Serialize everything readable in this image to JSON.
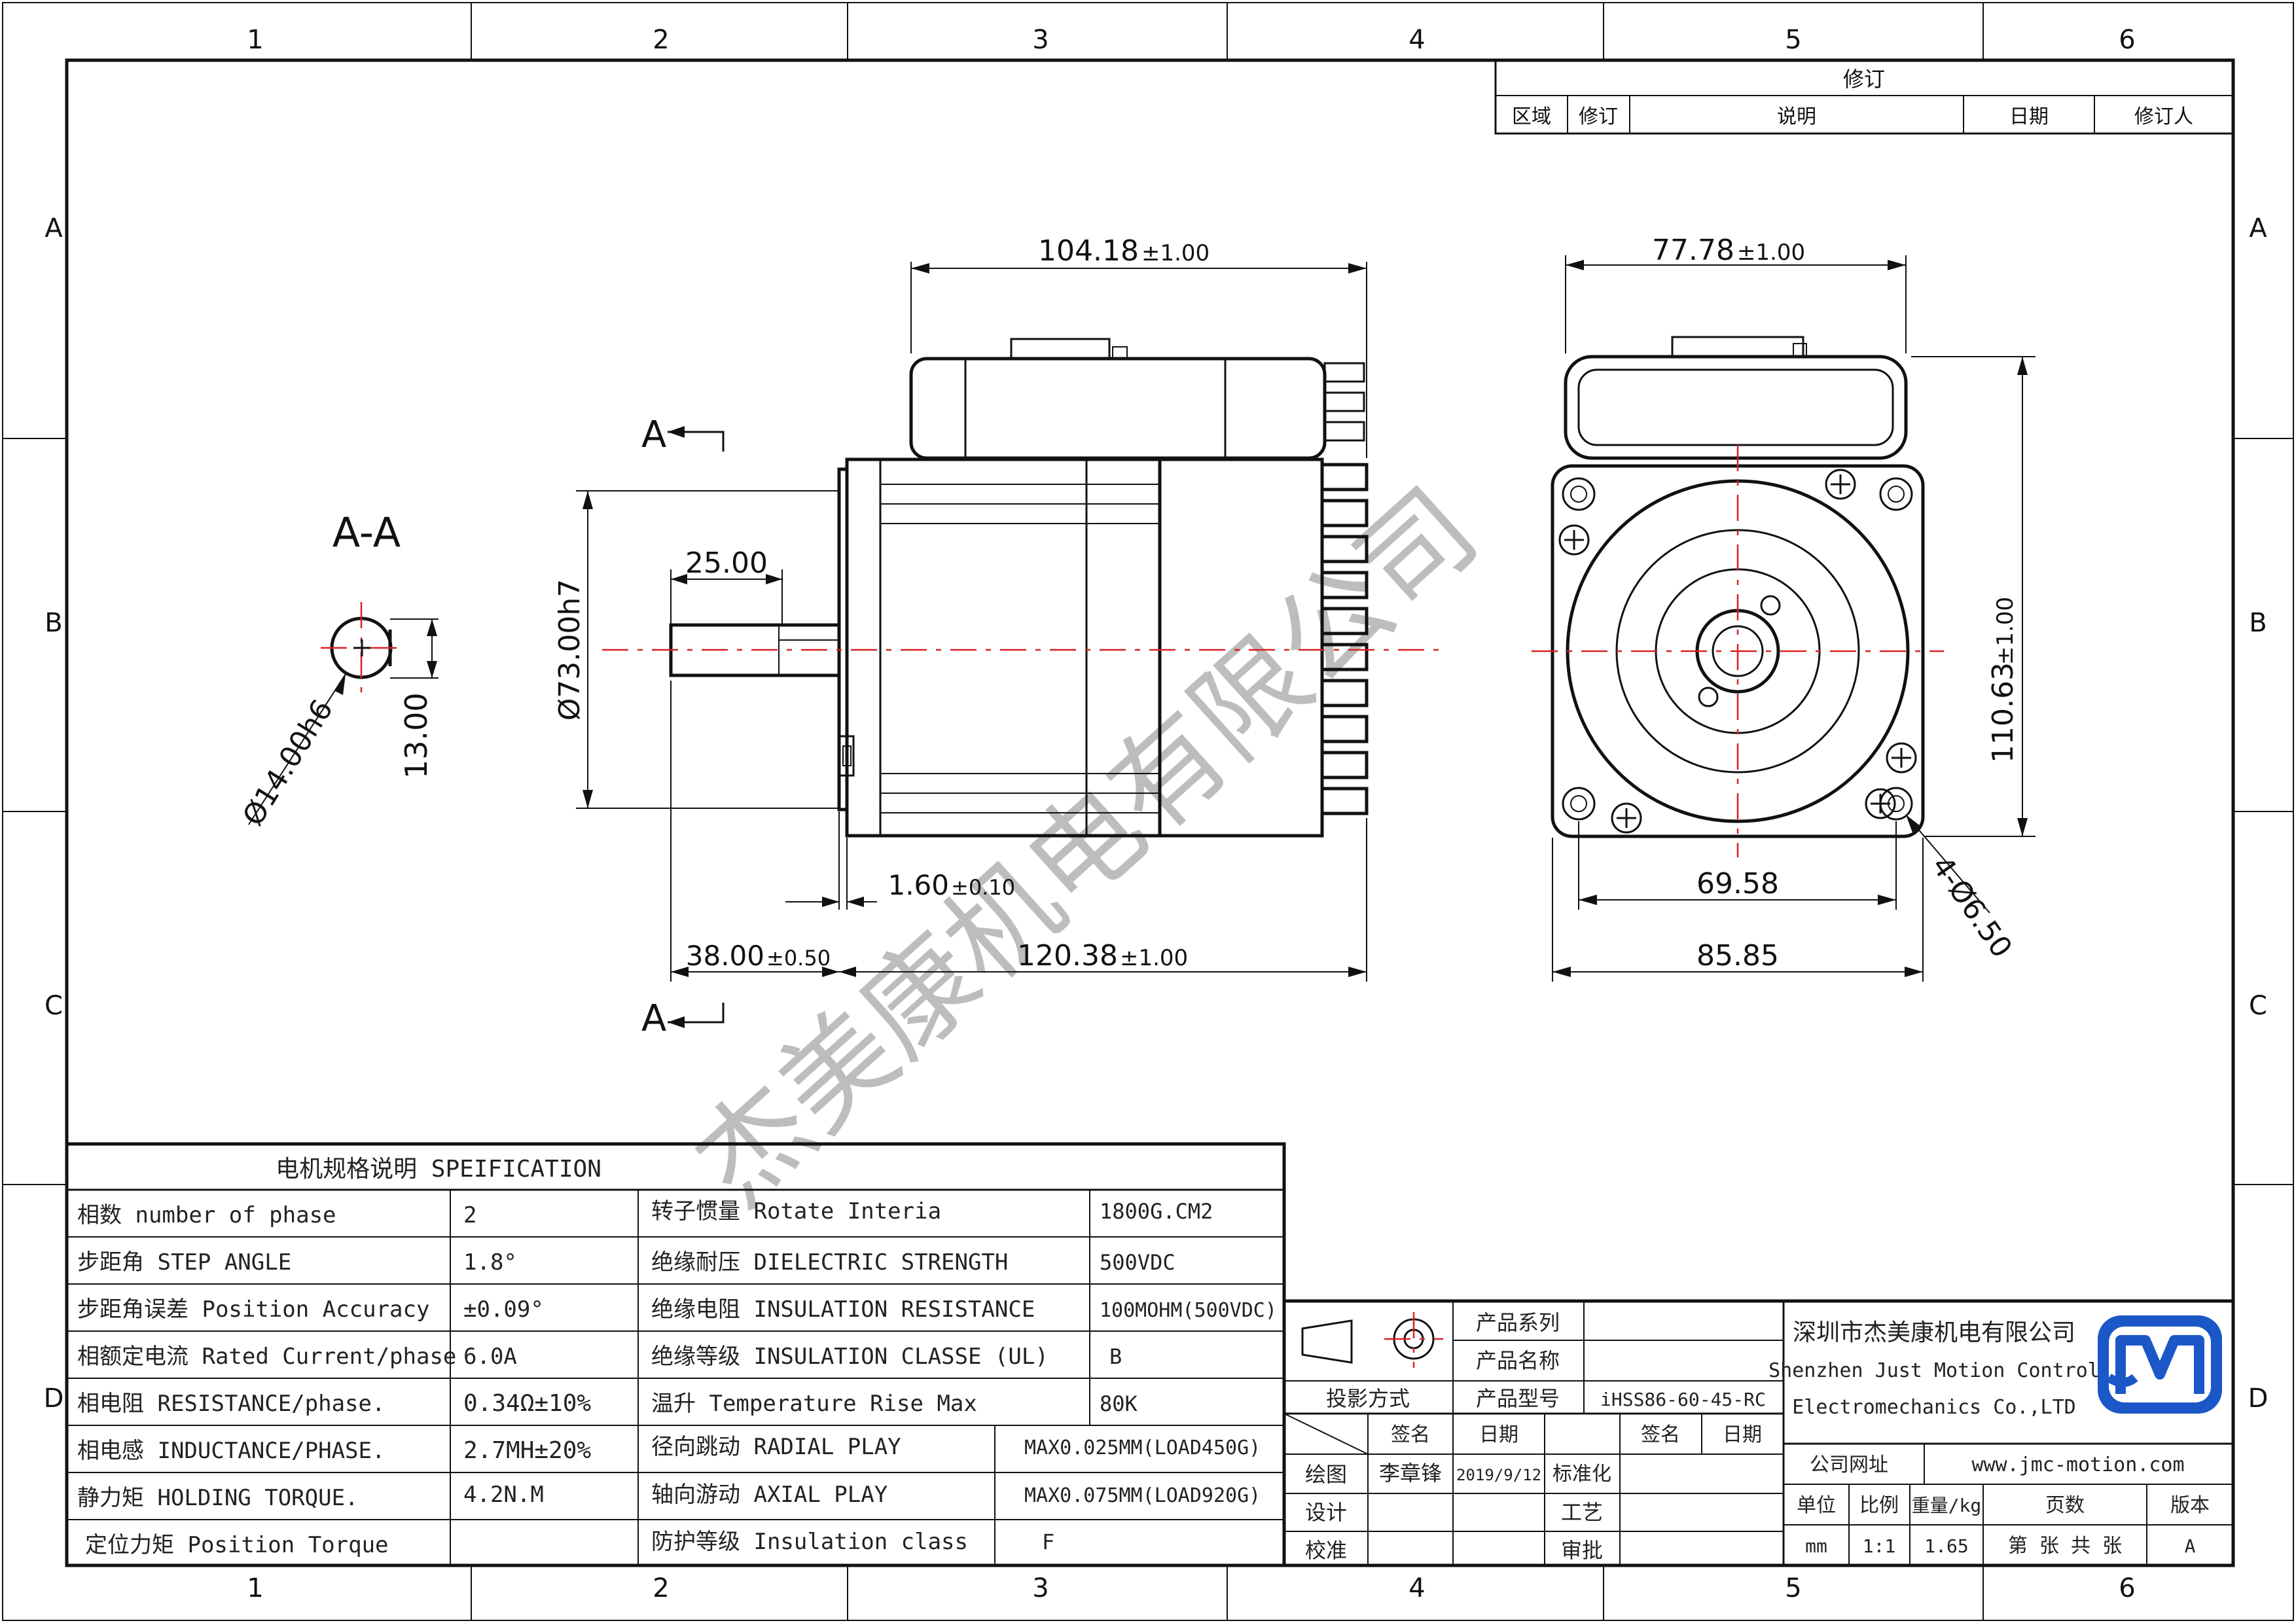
{
  "grid": {
    "columns": [
      "1",
      "2",
      "3",
      "4",
      "5",
      "6"
    ],
    "rows": [
      "A",
      "B",
      "C",
      "D"
    ]
  },
  "revision_table": {
    "title": "修订",
    "headers": [
      "区域",
      "修订",
      "说明",
      "日期",
      "修订人"
    ]
  },
  "section": {
    "title": "A-A",
    "marker": "A",
    "dims": {
      "shaft_dia": "Ø14.00h6",
      "flat": "13.00"
    }
  },
  "side_view_dims": {
    "body_len": "104.18",
    "body_len_tol": "±1.00",
    "shaft_len": "25.00",
    "pilot_dia": "Ø73.00h7",
    "flange": "1.60",
    "flange_tol": "±0.10",
    "shaft_total": "38.00",
    "shaft_total_tol": "±0.50",
    "total_len": "120.38",
    "total_len_tol": "±1.00"
  },
  "front_view_dims": {
    "width": "77.78",
    "width_tol": "±1.00",
    "height": "110.63",
    "height_tol": "±1.00",
    "hole_pitch": "69.58",
    "flange_w": "85.85",
    "holes": "4-Ø6.50"
  },
  "watermark": "杰美康机电有限公司",
  "spec_table": {
    "title": "电机规格说明 SPEIFICATION",
    "rows": [
      {
        "k1": "相数 number of phase",
        "v1": "2",
        "k2": "转子惯量 Rotate Interia",
        "v2": "1800G.CM2"
      },
      {
        "k1": "步距角 STEP ANGLE",
        "v1": "1.8°",
        "k2": "绝缘耐压 DIELECTRIC STRENGTH",
        "v2": "500VDC"
      },
      {
        "k1": "步距角误差 Position Accuracy",
        "v1": "±0.09°",
        "k2": "绝缘电阻 INSULATION RESISTANCE",
        "v2": "100MOHM(500VDC)"
      },
      {
        "k1": "相额定电流 Rated Current/phase",
        "v1": "6.0A",
        "k2": "绝缘等级 INSULATION CLASSE (UL)",
        "v2": "B"
      },
      {
        "k1": "相电阻 RESISTANCE/phase.",
        "v1": "0.34Ω±10%",
        "k2": "温升 Temperature Rise Max",
        "v2": "80K"
      },
      {
        "k1": "相电感 INDUCTANCE/PHASE.",
        "v1": "2.7MH±20%",
        "k2": "径向跳动 RADIAL PLAY",
        "v2": "MAX0.025MM(LOAD450G)"
      },
      {
        "k1": "静力矩 HOLDING TORQUE.",
        "v1": "4.2N.M",
        "k2": "轴向游动 AXIAL PLAY",
        "v2": "MAX0.075MM(LOAD920G)"
      },
      {
        "k1": "定位力矩 Position Torque",
        "v1": "",
        "k2": "防护等级 Insulation class",
        "v2": "F"
      }
    ]
  },
  "title_block": {
    "product_series": "产品系列",
    "product_name": "产品名称",
    "projection": "投影方式",
    "model_label": "产品型号",
    "model": "iHSS86-60-45-RC",
    "sign": "签名",
    "date": "日期",
    "sign2": "签名",
    "date2": "日期",
    "drawn": "绘图",
    "drawn_by": "李章锋",
    "drawn_date": "2019/9/12",
    "standard": "标准化",
    "design": "设计",
    "process": "工艺",
    "check": "校准",
    "approve": "审批",
    "company_cn": "深圳市杰美康机电有限公司",
    "company_en1": "Shenzhen Just Motion Control",
    "company_en2": "Electromechanics Co.,LTD",
    "website_label": "公司网址",
    "website": "www.jmc-motion.com",
    "unit_label": "单位",
    "scale_label": "比例",
    "weight_label": "重量/kg",
    "pages_label": "页数",
    "version_label": "版本",
    "unit": "mm",
    "scale": "1:1",
    "weight": "1.65",
    "pages": "第 张 共 张",
    "version": "A"
  }
}
